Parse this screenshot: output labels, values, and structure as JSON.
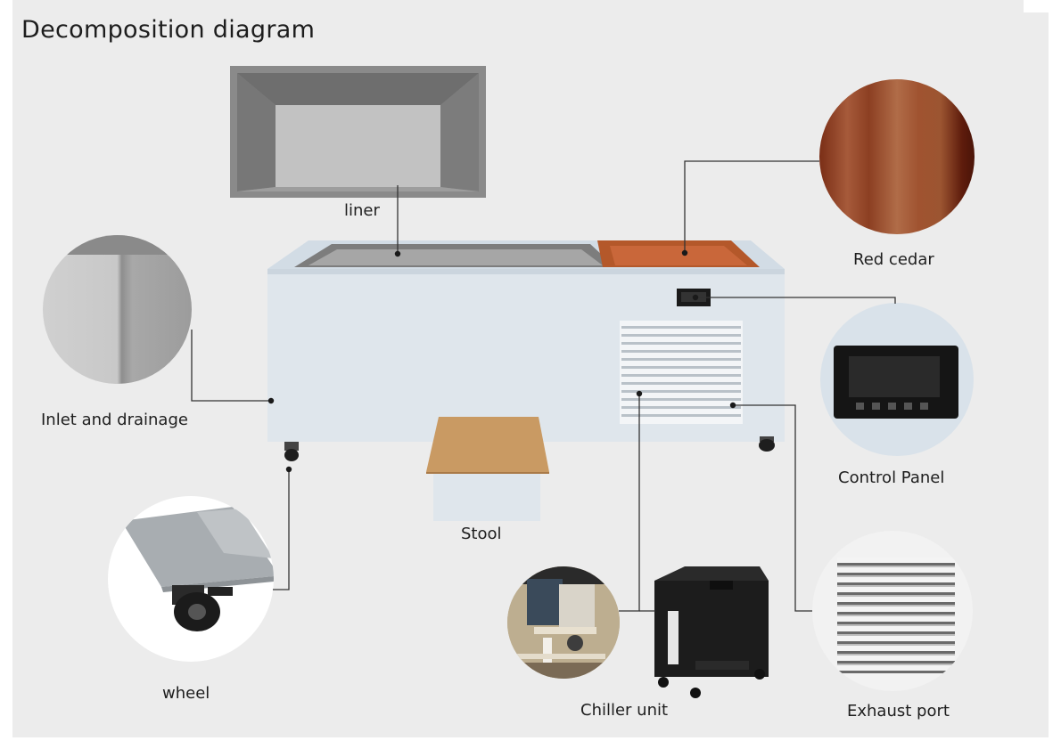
{
  "title": "Decomposition diagram",
  "labels": {
    "liner": "liner",
    "red_cedar": "Red cedar",
    "inlet": "Inlet and drainage",
    "control_panel": "Control Panel",
    "stool": "Stool",
    "wheel": "wheel",
    "chiller": "Chiller unit",
    "exhaust": "Exhaust port"
  },
  "colors": {
    "background": "#ececec",
    "tub_body": "#dfe6ec",
    "leader_line": "#333333",
    "cedar": "#9a4a22",
    "steel": "#9a9a9a",
    "chiller_body": "#1c1c1c"
  }
}
